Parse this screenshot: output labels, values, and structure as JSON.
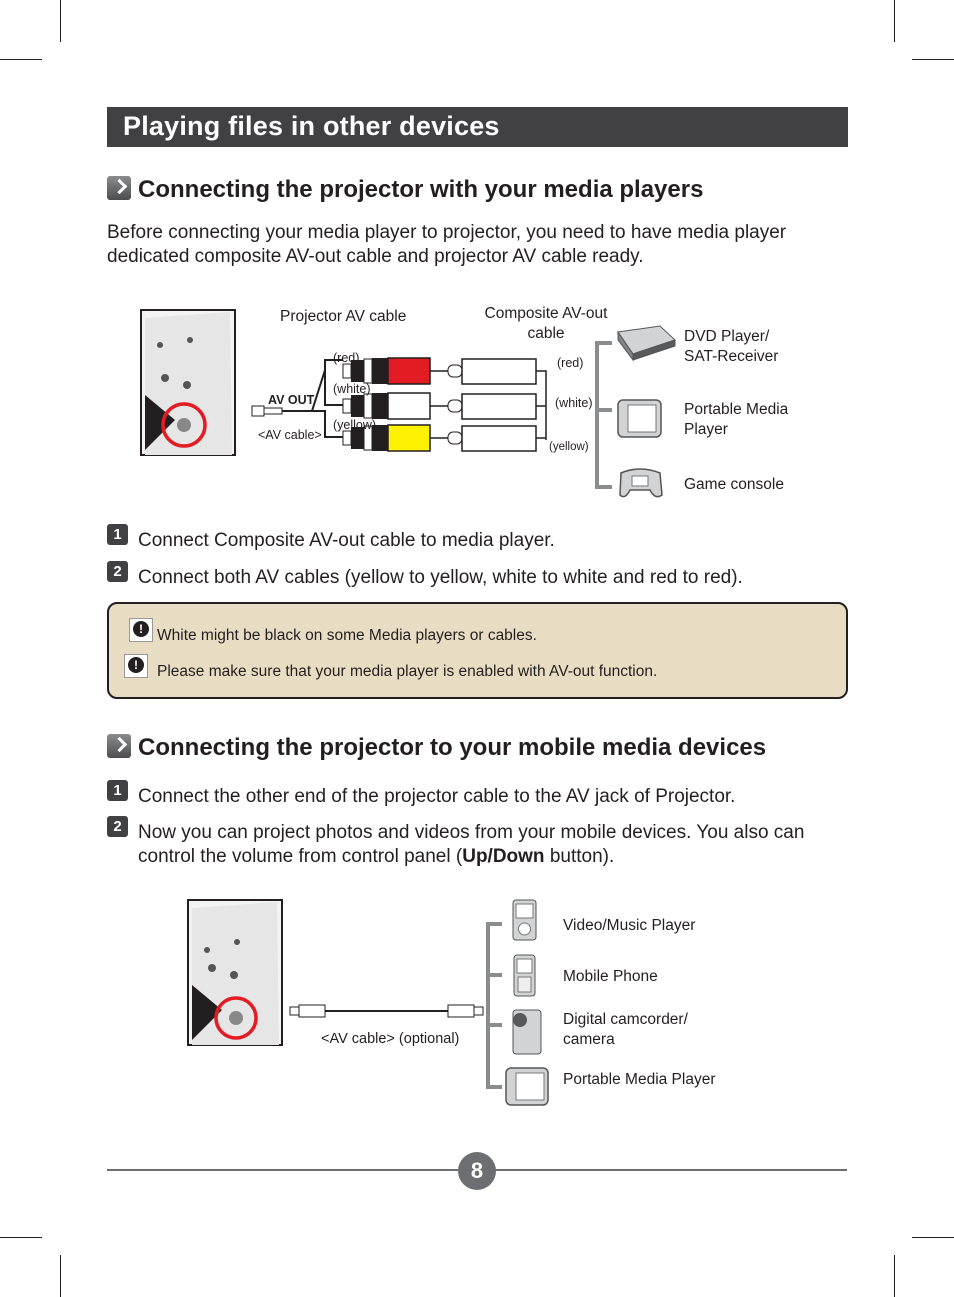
{
  "page_title": "Playing files in other devices",
  "section1": {
    "heading": "Connecting the projector with your media players",
    "intro": "Before connecting your media player to projector, you need to have media player dedicated composite AV-out cable and projector AV cable ready.",
    "diagram": {
      "projector_cable_label": "Projector AV cable",
      "composite_cable_label": "Composite AV-out cable",
      "av_out_label": "AV OUT",
      "av_cable_label": "<AV cable>",
      "plug_labels_left": [
        "(red)",
        "(white)",
        "(yellow)"
      ],
      "plug_labels_right": [
        "(red)",
        "(white)",
        "(yellow)"
      ],
      "plug_colors": [
        "#e31b23",
        "#ffffff",
        "#fff200"
      ],
      "devices": [
        "DVD Player/ SAT-Receiver",
        "Portable Media Player",
        "Game console"
      ]
    },
    "steps": [
      {
        "num": "1",
        "text": "Connect Composite AV-out cable to media player."
      },
      {
        "num": "2",
        "text": "Connect both AV cables (yellow to yellow, white to white and red to red)."
      }
    ],
    "notes": [
      "White might be black on some Media players or cables.",
      "Please make sure that your media player is enabled with AV-out function."
    ]
  },
  "section2": {
    "heading": "Connecting the projector to your mobile media devices",
    "step1": {
      "num": "1",
      "text": "Connect the other end of the projector cable to the AV jack of Projector."
    },
    "step2": {
      "num": "2",
      "text_before": "Now you can project photos and videos from your mobile devices. You also can control the volume from control panel (",
      "bold": "Up/Down",
      "text_after": " button)."
    },
    "diagram": {
      "cable_label": "<AV cable> (optional)",
      "devices": [
        "Video/Music Player",
        "Mobile Phone",
        "Digital camcorder/ camera",
        "Portable Media Player"
      ]
    }
  },
  "page_number": "8",
  "colors": {
    "title_bar": "#414042",
    "note_bg": "#e8dcc2",
    "highlight_circle": "#e31b23"
  }
}
